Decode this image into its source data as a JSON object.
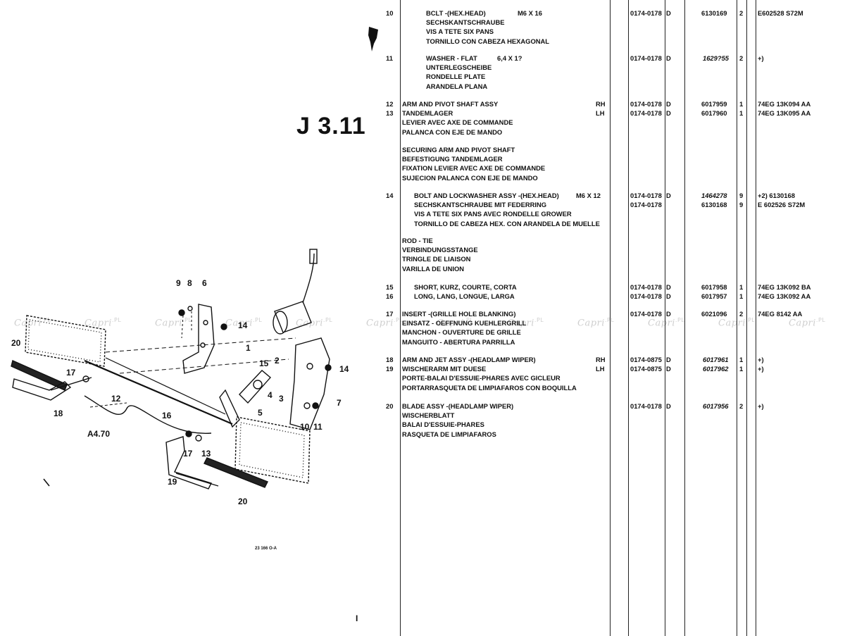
{
  "page": {
    "title": "J 3.11",
    "footer_number": "I",
    "diagram_ref_code": "23 166\nO-A",
    "watermark": {
      "text": "Capri",
      "suffix": ".PL"
    }
  },
  "diagram": {
    "callouts": [
      "9",
      "8",
      "6",
      "14",
      "20",
      "17",
      "12",
      "18",
      "16",
      "A4.70",
      "17",
      "13",
      "19",
      "20",
      "1",
      "2",
      "15",
      "3",
      "4",
      "5",
      "14",
      "7",
      "10",
      "11"
    ]
  },
  "parts": [
    {
      "ref": "10",
      "indent": true,
      "desc": [
        "BCLT -(HEX.HEAD)",
        "SECHSKANTSCHRAUBE",
        "VIS A TETE SIX PANS",
        "TORNILLO CON CABEZA HEXAGONAL"
      ],
      "spec": "M6 X 16",
      "side": "",
      "date": [
        "0174-0178"
      ],
      "code": [
        "D"
      ],
      "part_no": [
        "6130169"
      ],
      "italic": false,
      "qty": [
        "2"
      ],
      "note": [
        "E602528 S72M"
      ]
    },
    {
      "ref": "11",
      "indent": true,
      "desc": [
        "WASHER - FLAT",
        "UNTERLEGSCHEIBE",
        "RONDELLE PLATE",
        "ARANDELA PLANA"
      ],
      "spec": "6,4 X 1?",
      "side": "",
      "date": [
        "0174-0178"
      ],
      "code": [
        "D"
      ],
      "part_no": [
        "1629?55"
      ],
      "italic": true,
      "qty": [
        "2"
      ],
      "note": [
        "+)"
      ]
    },
    {
      "ref": "12\n13",
      "indent": false,
      "desc": [
        "ARM AND PIVOT SHAFT ASSY",
        "TANDEMLAGER",
        "LEVIER AVEC AXE DE COMMANDE",
        "PALANCA CON EJE DE MANDO"
      ],
      "spec": "",
      "side": "RH\nLH",
      "date": [
        "0174-0178",
        "0174-0178"
      ],
      "code": [
        "D",
        "D"
      ],
      "part_no": [
        "6017959",
        "6017960"
      ],
      "italic": false,
      "qty": [
        "1",
        "1"
      ],
      "note": [
        "74EG 13K094 AA",
        "74EG 13K095 AA"
      ]
    },
    {
      "ref": "",
      "indent": false,
      "desc": [
        "SECURING ARM AND PIVOT SHAFT",
        "BEFESTIGUNG TANDEMLAGER",
        "FIXATION LEVIER AVEC AXE DE COMMANDE",
        "SUJECION PALANCA CON EJE DE MANDO"
      ],
      "spec": "",
      "side": "",
      "date": [],
      "code": [],
      "part_no": [],
      "italic": false,
      "qty": [],
      "note": []
    },
    {
      "ref": "14",
      "indent": true,
      "desc": [
        "BOLT AND LOCKWASHER ASSY -(HEX.HEAD)",
        "SECHSKANTSCHRAUBE MIT FEDERRING",
        "VIS A TETE SIX PANS AVEC RONDELLE GROWER",
        "TORNILLO DE CABEZA HEX. CON ARANDELA DE MUELLE"
      ],
      "spec": "M6 X 12",
      "side": "",
      "date": [
        "0174-0178",
        "0174-0178"
      ],
      "code": [
        "D",
        ""
      ],
      "part_no": [
        "1464278",
        "6130168"
      ],
      "italic": true,
      "qty": [
        "9",
        "9"
      ],
      "note": [
        "+2) 6130168",
        "E 602526 S72M"
      ]
    },
    {
      "ref": "",
      "indent": false,
      "desc": [
        "ROD - TIE",
        "VERBINDUNGSSTANGE",
        "TRINGLE DE LIAISON",
        "VARILLA DE UNION"
      ],
      "spec": "",
      "side": "",
      "date": [],
      "code": [],
      "part_no": [],
      "italic": false,
      "qty": [],
      "note": []
    },
    {
      "ref": "15\n16",
      "indent": true,
      "desc": [
        "SHORT, KURZ, COURTE, CORTA",
        "LONG, LANG, LONGUE, LARGA"
      ],
      "spec": "",
      "side": "",
      "date": [
        "0174-0178",
        "0174-0178"
      ],
      "code": [
        "D",
        "D"
      ],
      "part_no": [
        "6017958",
        "6017957"
      ],
      "italic": false,
      "qty": [
        "1",
        "1"
      ],
      "note": [
        "74EG 13K092 BA",
        "74EG 13K092 AA"
      ]
    },
    {
      "ref": "17",
      "indent": false,
      "desc": [
        "INSERT -(GRILLE HOLE BLANKING)",
        "EINSATZ - OEFFNUNG KUEHLERGRILL",
        "MANCHON - OUVERTURE DE GRILLE",
        "MANGUITO - ABERTURA PARRILLA"
      ],
      "spec": "",
      "side": "",
      "date": [
        "0174-0178"
      ],
      "code": [
        "D"
      ],
      "part_no": [
        "6021096"
      ],
      "italic": false,
      "qty": [
        "2"
      ],
      "note": [
        "74EG 8142 AA"
      ]
    },
    {
      "ref": "18\n19",
      "indent": false,
      "desc": [
        "ARM AND JET ASSY -(HEADLAMP WIPER)",
        "WISCHERARM MIT DUESE",
        "PORTE-BALAI D'ESSUIE-PHARES AVEC GICLEUR",
        "PORTARRASQUETA DE LIMPIAFAROS CON BOQUILLA"
      ],
      "spec": "",
      "side": "RH\nLH",
      "date": [
        "0174-0875",
        "0174-0875"
      ],
      "code": [
        "D",
        "D"
      ],
      "part_no": [
        "6017961",
        "6017962"
      ],
      "italic": true,
      "qty": [
        "1",
        "1"
      ],
      "note": [
        "+)",
        "+)"
      ]
    },
    {
      "ref": "20",
      "indent": false,
      "desc": [
        "BLADE ASSY -(HEADLAMP WIPER)",
        "WISCHERBLATT",
        "BALAI D'ESSUIE-PHARES",
        "RASQUETA DE LIMPIAFAROS"
      ],
      "spec": "",
      "side": "",
      "date": [
        "0174-0178"
      ],
      "code": [
        "D"
      ],
      "part_no": [
        "6017956"
      ],
      "italic": true,
      "qty": [
        "2"
      ],
      "note": [
        "+)"
      ]
    }
  ]
}
